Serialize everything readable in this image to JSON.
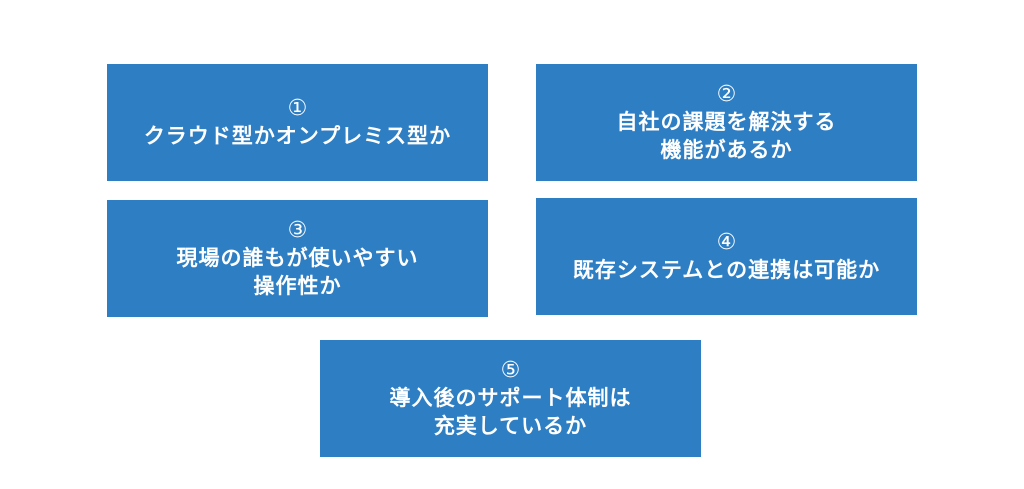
{
  "cards": [
    {
      "number": "①",
      "lines": [
        "クラウド型かオンプレミス型か"
      ]
    },
    {
      "number": "②",
      "lines": [
        "自社の課題を解決する",
        "機能があるか"
      ]
    },
    {
      "number": "③",
      "lines": [
        "現場の誰もが使いやすい",
        "操作性か"
      ]
    },
    {
      "number": "④",
      "lines": [
        "既存システムとの連携は可能か"
      ]
    },
    {
      "number": "⑤",
      "lines": [
        "導入後のサポート体制は",
        "充実しているか"
      ]
    }
  ]
}
